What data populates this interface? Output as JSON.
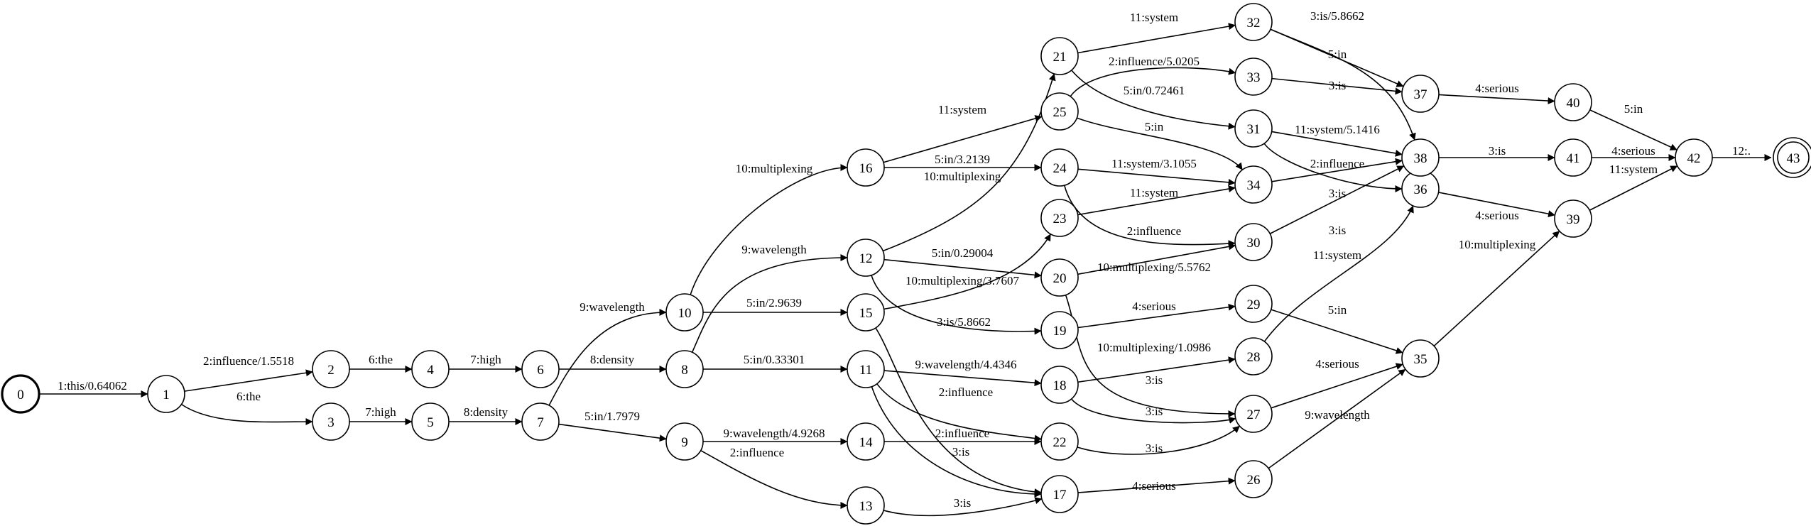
{
  "fsa": {
    "states": [
      {
        "id": "0",
        "start": true
      },
      {
        "id": "1"
      },
      {
        "id": "2"
      },
      {
        "id": "3"
      },
      {
        "id": "4"
      },
      {
        "id": "5"
      },
      {
        "id": "6"
      },
      {
        "id": "7"
      },
      {
        "id": "8"
      },
      {
        "id": "9"
      },
      {
        "id": "10"
      },
      {
        "id": "11"
      },
      {
        "id": "12"
      },
      {
        "id": "13"
      },
      {
        "id": "14"
      },
      {
        "id": "15"
      },
      {
        "id": "16"
      },
      {
        "id": "17"
      },
      {
        "id": "18"
      },
      {
        "id": "19"
      },
      {
        "id": "20"
      },
      {
        "id": "21"
      },
      {
        "id": "22"
      },
      {
        "id": "23"
      },
      {
        "id": "24"
      },
      {
        "id": "25"
      },
      {
        "id": "26"
      },
      {
        "id": "27"
      },
      {
        "id": "28"
      },
      {
        "id": "29"
      },
      {
        "id": "30"
      },
      {
        "id": "31"
      },
      {
        "id": "32"
      },
      {
        "id": "33"
      },
      {
        "id": "34"
      },
      {
        "id": "35"
      },
      {
        "id": "36"
      },
      {
        "id": "37"
      },
      {
        "id": "38"
      },
      {
        "id": "39"
      },
      {
        "id": "40"
      },
      {
        "id": "41"
      },
      {
        "id": "42"
      },
      {
        "id": "43",
        "final": true
      }
    ],
    "arcs": [
      {
        "from": "0",
        "to": "1",
        "label": "1:this/0.64062"
      },
      {
        "from": "1",
        "to": "2",
        "label": "2:influence/1.5518"
      },
      {
        "from": "1",
        "to": "3",
        "label": "6:the"
      },
      {
        "from": "2",
        "to": "4",
        "label": "6:the"
      },
      {
        "from": "3",
        "to": "5",
        "label": "7:high"
      },
      {
        "from": "4",
        "to": "6",
        "label": "7:high"
      },
      {
        "from": "5",
        "to": "7",
        "label": "8:density"
      },
      {
        "from": "6",
        "to": "8",
        "label": "8:density"
      },
      {
        "from": "7",
        "to": "10",
        "label": "9:wavelength"
      },
      {
        "from": "7",
        "to": "9",
        "label": "5:in/1.7979"
      },
      {
        "from": "8",
        "to": "12",
        "label": "9:wavelength"
      },
      {
        "from": "8",
        "to": "11",
        "label": "5:in/0.33301"
      },
      {
        "from": "9",
        "to": "14",
        "label": "9:wavelength/4.9268"
      },
      {
        "from": "9",
        "to": "13",
        "label": "2:influence"
      },
      {
        "from": "10",
        "to": "16",
        "label": "10:multiplexing"
      },
      {
        "from": "10",
        "to": "15",
        "label": "5:in/2.9639"
      },
      {
        "from": "11",
        "to": "18",
        "label": "9:wavelength/4.4346"
      },
      {
        "from": "11",
        "to": "22",
        "label": "2:influence"
      },
      {
        "from": "11",
        "to": "17",
        "label": "3:is"
      },
      {
        "from": "12",
        "to": "21",
        "label": "10:multiplexing"
      },
      {
        "from": "12",
        "to": "20",
        "label": "5:in/0.29004"
      },
      {
        "from": "12",
        "to": "19",
        "label": "3:is/5.8662"
      },
      {
        "from": "13",
        "to": "17",
        "label": "3:is"
      },
      {
        "from": "14",
        "to": "22",
        "label": "2:influence"
      },
      {
        "from": "15",
        "to": "23",
        "label": "10:multiplexing/3.7607"
      },
      {
        "from": "15",
        "to": "17",
        "label": ""
      },
      {
        "from": "16",
        "to": "25",
        "label": "11:system"
      },
      {
        "from": "16",
        "to": "24",
        "label": "5:in/3.2139"
      },
      {
        "from": "17",
        "to": "26",
        "label": "4:serious"
      },
      {
        "from": "18",
        "to": "28",
        "label": "10:multiplexing/1.0986"
      },
      {
        "from": "18",
        "to": "27",
        "label": "3:is"
      },
      {
        "from": "19",
        "to": "29",
        "label": "4:serious"
      },
      {
        "from": "20",
        "to": "30",
        "label": "10:multiplexing/5.5762"
      },
      {
        "from": "20",
        "to": "27",
        "label": "3:is"
      },
      {
        "from": "21",
        "to": "32",
        "label": "11:system"
      },
      {
        "from": "21",
        "to": "31",
        "label": "5:in/0.72461"
      },
      {
        "from": "22",
        "to": "27",
        "label": "3:is"
      },
      {
        "from": "23",
        "to": "34",
        "label": "11:system"
      },
      {
        "from": "24",
        "to": "34",
        "label": "11:system/3.1055"
      },
      {
        "from": "24",
        "to": "30",
        "label": "2:influence"
      },
      {
        "from": "25",
        "to": "33",
        "label": "2:influence/5.0205"
      },
      {
        "from": "25",
        "to": "34",
        "label": "5:in"
      },
      {
        "from": "26",
        "to": "35",
        "label": "9:wavelength"
      },
      {
        "from": "27",
        "to": "35",
        "label": "4:serious"
      },
      {
        "from": "28",
        "to": "36",
        "label": "11:system"
      },
      {
        "from": "29",
        "to": "35",
        "label": "5:in"
      },
      {
        "from": "30",
        "to": "38",
        "label": "3:is"
      },
      {
        "from": "31",
        "to": "38",
        "label": "11:system/5.1416"
      },
      {
        "from": "31",
        "to": "36",
        "label": "3:is"
      },
      {
        "from": "32",
        "to": "37",
        "label": "3:is/5.8662"
      },
      {
        "from": "32",
        "to": "38",
        "label": "5:in"
      },
      {
        "from": "33",
        "to": "37",
        "label": "3:is"
      },
      {
        "from": "34",
        "to": "38",
        "label": "2:influence"
      },
      {
        "from": "35",
        "to": "39",
        "label": "10:multiplexing"
      },
      {
        "from": "36",
        "to": "39",
        "label": "4:serious"
      },
      {
        "from": "37",
        "to": "40",
        "label": "4:serious"
      },
      {
        "from": "38",
        "to": "41",
        "label": "3:is"
      },
      {
        "from": "39",
        "to": "42",
        "label": "11:system"
      },
      {
        "from": "40",
        "to": "42",
        "label": "5:in"
      },
      {
        "from": "41",
        "to": "42",
        "label": "4:serious"
      },
      {
        "from": "42",
        "to": "43",
        "label": "12:."
      }
    ]
  }
}
